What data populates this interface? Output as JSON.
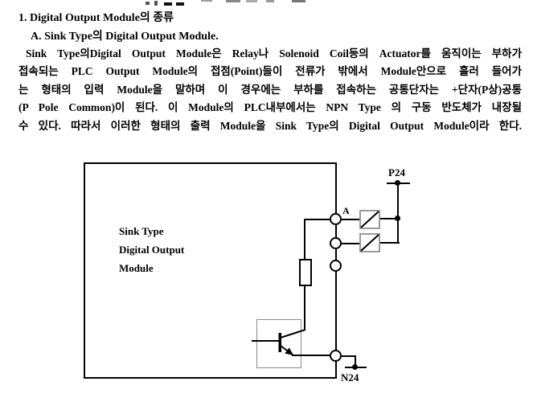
{
  "document": {
    "heading1": "1. Digital Output Module의 종류",
    "heading2": "A. Sink Type의 Digital Output Module.",
    "paragraph_lines": [
      "Sink Type의Digital Output Module은 Relay나 Solenoid Coil등의 Actuator를 움직이는 부하가",
      "접속되는 PLC Output Module의 접점(Point)들이 전류가 밖에서 Module안으로 흘러 들어가",
      "는 형태의 입력 Module을 말하며 이 경우에는 부하를 접속하는 공통단자는 +단자(P상)공통",
      "(P Pole Common)이 된다. 이 Module의 PLC내부에서는 NPN Type 의 구동 반도체가 내장될",
      "수 있다. 따라서 이러한 형태의 출력 Module을 Sink Type의 Digital Output Module이라 한다."
    ]
  },
  "diagram": {
    "module_label_line1": "Sink Type",
    "module_label_line2": "Digital Output",
    "module_label_line3": "Module",
    "terminal_a_label": "A",
    "positive_rail_label": "P24",
    "negative_rail_label": "N24"
  },
  "colors": {
    "background": "#ffffff",
    "line": "#000000",
    "load_border": "#9a9a9a",
    "transistor_box_border": "#8a8a8a"
  }
}
